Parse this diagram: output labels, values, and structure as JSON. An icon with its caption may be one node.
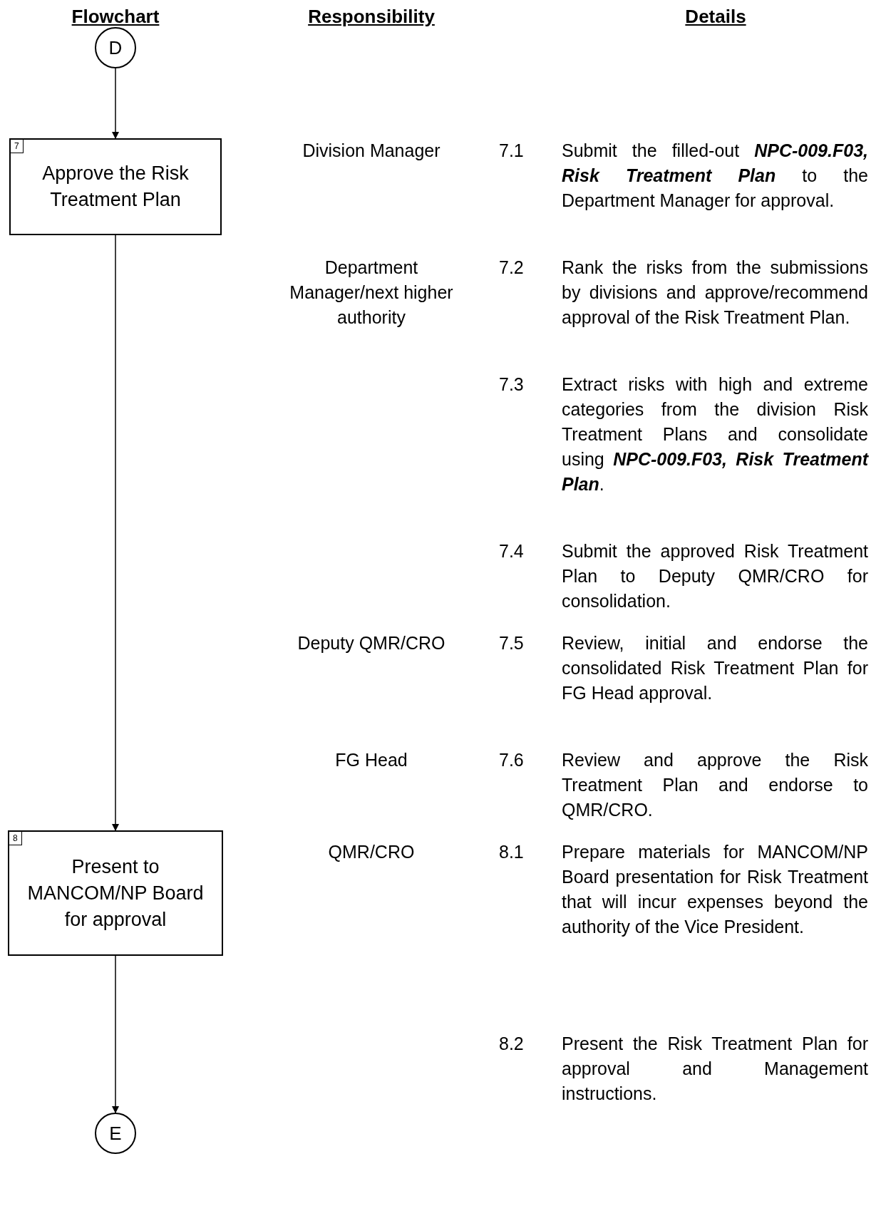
{
  "diagram": {
    "nodes": [
      {
        "text": [
          "D"
        ]
      },
      {
        "text": [
          "7",
          "Approve the Risk Treatment Plan"
        ]
      },
      {
        "text": [
          "8",
          "Present to MANCOM/NP Board for approval"
        ]
      },
      {
        "text": [
          "E"
        ]
      }
    ],
    "edges": [
      {
        "from": 0,
        "to": 1,
        "arrow": "to"
      },
      {
        "from": 1,
        "to": 2,
        "arrow": "to"
      },
      {
        "from": 2,
        "to": 3,
        "arrow": "to"
      }
    ],
    "labels": [
      "Flowchart",
      "Responsibility",
      "Details",
      "Division Manager",
      "7.1",
      "Submit the filled-out **NPC-009.F03, Risk Treatment Plan** to the Department Manager for approval.",
      "Department Manager/next higher authority",
      "7.2",
      "Rank the risks from the submissions by divisions and approve/recommend approval of the Risk Treatment Plan.",
      "7.3",
      "Extract risks with high and extreme categories from the division Risk Treatment Plans and consolidate using **NPC-009.F03, Risk Treatment Plan**.",
      "7.4",
      "Submit the approved Risk Treatment Plan to Deputy QMR/CRO for consolidation.",
      "Deputy QMR/CRO",
      "7.5",
      "Review, initial and endorse the consolidated Risk Treatment Plan for FG Head approval.",
      "FG Head",
      "7.6",
      "Review and approve the Risk Treatment Plan and endorse to QMR/CRO.",
      "QMR/CRO",
      "8.1",
      "Prepare materials for MANCOM/NP Board presentation for Risk Treatment that will incur expenses beyond the authority of the Vice President.",
      "8.2",
      "Present the Risk Treatment Plan for approval and Management instructions."
    ]
  }
}
